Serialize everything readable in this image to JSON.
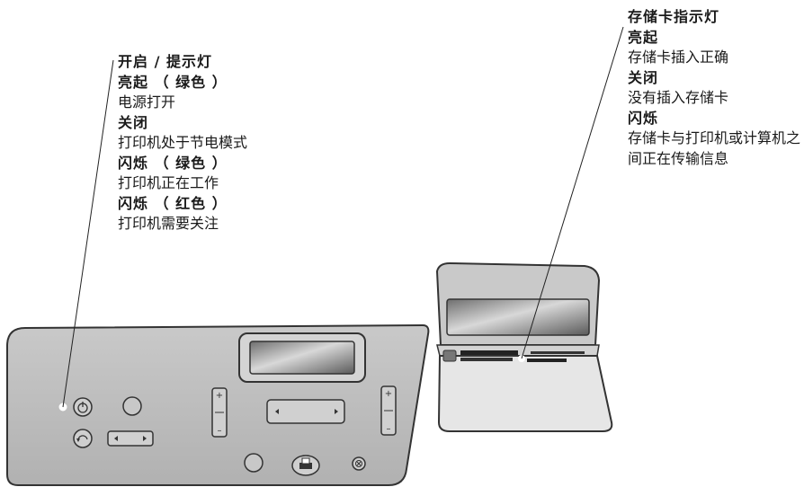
{
  "power_callout": {
    "title": "开启 / 提示灯",
    "states": [
      {
        "state": "亮起 （ 绿色 ）",
        "meaning": "电源打开"
      },
      {
        "state": "关闭",
        "meaning": "打印机处于节电模式"
      },
      {
        "state": "闪烁 （ 绿色 ）",
        "meaning": "打印机正在工作"
      },
      {
        "state": "闪烁 （ 红色 ）",
        "meaning": "打印机需要关注"
      }
    ]
  },
  "card_callout": {
    "title": "存储卡指示灯",
    "states": [
      {
        "state": "亮起",
        "meaning": "存储卡插入正确"
      },
      {
        "state": "关闭",
        "meaning": "没有插入存储卡"
      },
      {
        "state": "闪烁",
        "meaning": "存储卡与打印机或计算机之间正在传输信息"
      }
    ]
  },
  "button_glyphs": {
    "plus": "+",
    "minus": "–"
  },
  "icons": [
    "power-icon",
    "cancel-icon",
    "print-icon",
    "cancel-x-icon"
  ],
  "colors": {
    "panel_fill": "#bfbfbf",
    "panel_stroke": "#333333",
    "led": "#ffffff"
  }
}
